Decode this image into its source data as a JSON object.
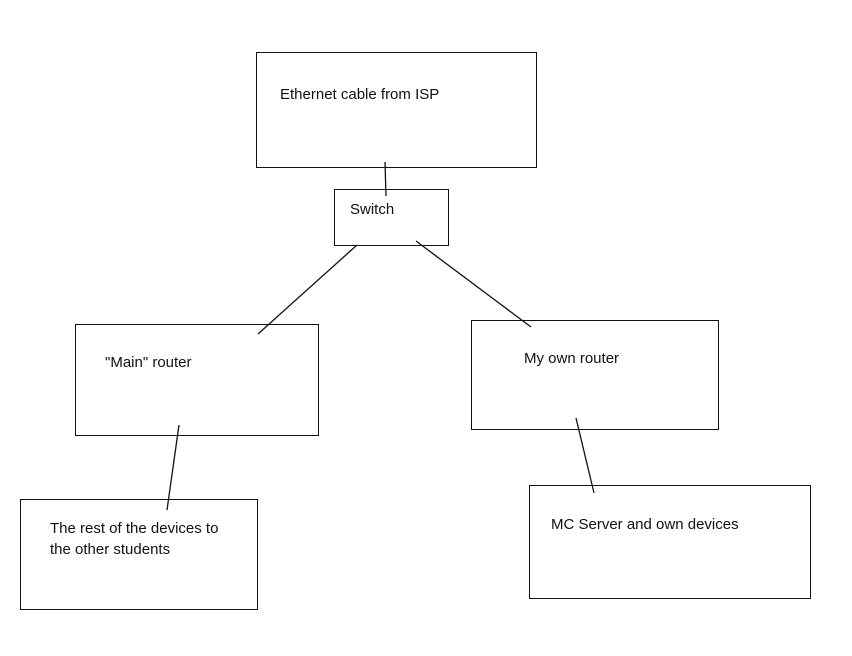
{
  "nodes": {
    "isp": {
      "label": "Ethernet cable from ISP"
    },
    "switch": {
      "label": "Switch"
    },
    "main_router": {
      "label": "\"Main\" router"
    },
    "own_router": {
      "label": "My own router"
    },
    "rest_devices": {
      "line1": "The rest of the devices to",
      "line2": "the other students"
    },
    "mc_server": {
      "label": "MC Server and own devices"
    }
  },
  "colors": {
    "stroke": "#111111",
    "background": "#ffffff"
  }
}
